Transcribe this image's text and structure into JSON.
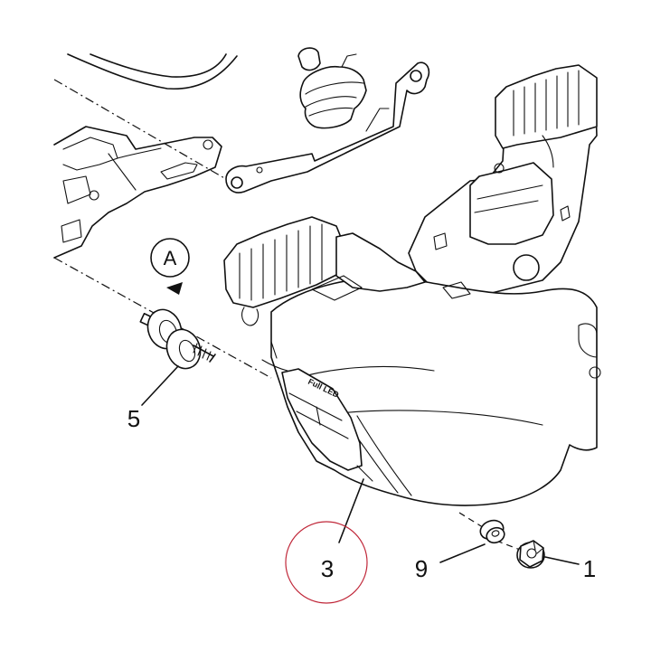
{
  "callout": {
    "letter": "A"
  },
  "parts": [
    {
      "number": "5"
    },
    {
      "number": "3"
    },
    {
      "number": "9"
    },
    {
      "number": "1"
    }
  ],
  "markings": {
    "full_led": "Full LED"
  },
  "highlight_color": "#c0283a"
}
